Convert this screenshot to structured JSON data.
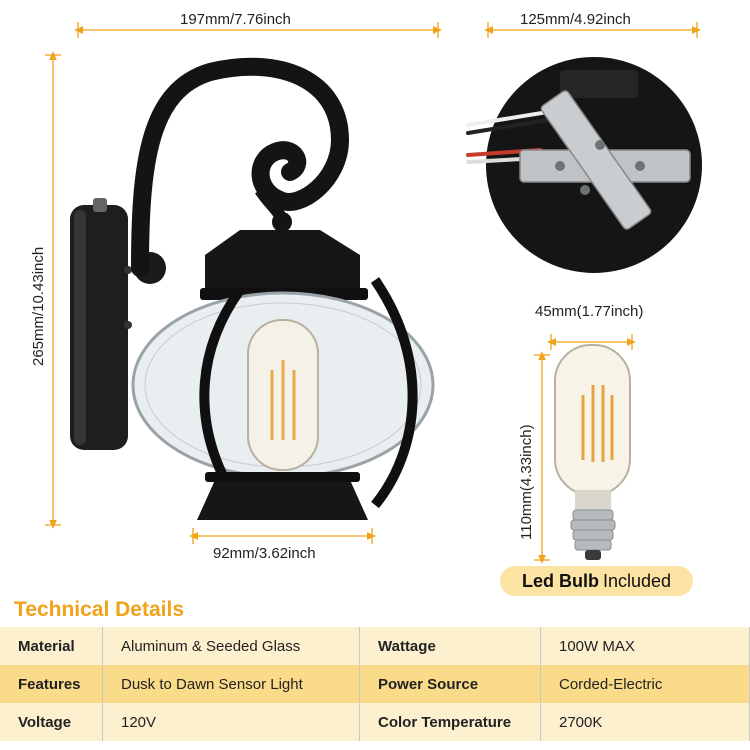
{
  "dimensions": {
    "lamp_width": "197mm/7.76inch",
    "base_width": "125mm/4.92inch",
    "lamp_height": "265mm/10.43inch",
    "globe_base_width": "92mm/3.62inch",
    "bulb_width": "45mm(1.77inch)",
    "bulb_height": "110mm(4.33inch)"
  },
  "bulb_badge": {
    "bold": "Led Bulb",
    "rest": "Included"
  },
  "technical_details": {
    "title": "Technical Details",
    "rows": [
      {
        "k1": "Material",
        "v1": "Aluminum & Seeded Glass",
        "k2": "Wattage",
        "v2": "100W MAX"
      },
      {
        "k1": "Features",
        "v1": "Dusk to Dawn Sensor Light",
        "k2": "Power Source",
        "v2": "Corded-Electric"
      },
      {
        "k1": "Voltage",
        "v1": "120V",
        "k2": "Color Temperature",
        "v2": "2700K"
      }
    ]
  },
  "colors": {
    "accent": "#f0a21a",
    "row_light": "#fdf0cf",
    "row_dark": "#fadb8a",
    "fixture": "#141414"
  }
}
